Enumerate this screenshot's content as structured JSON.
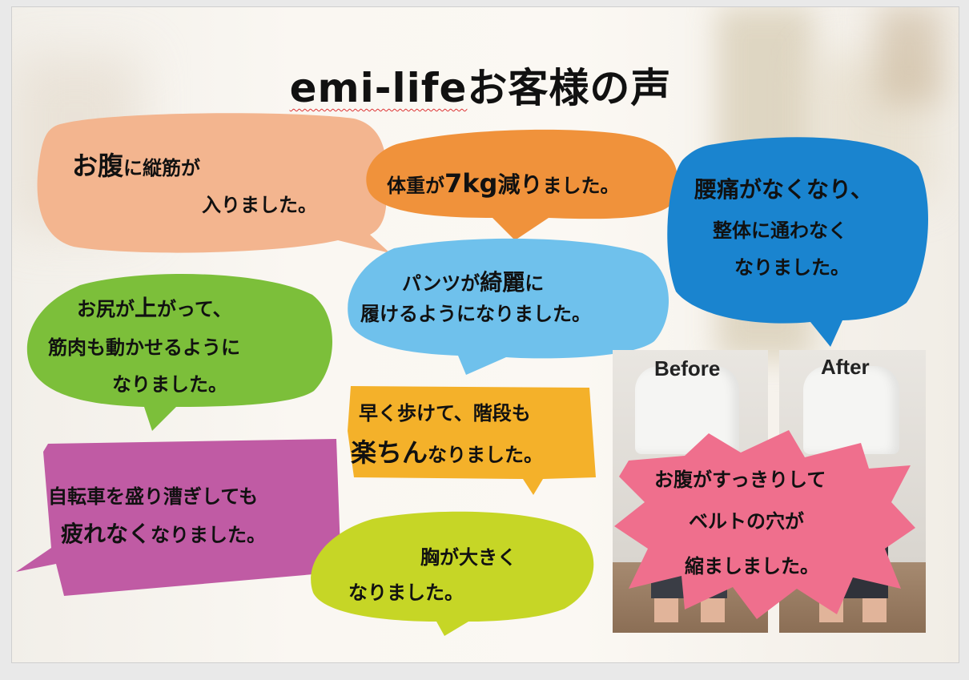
{
  "title": {
    "brand": "emi-life",
    "rest": "お客様の声"
  },
  "bubbles": {
    "b1": {
      "l1a": "お腹",
      "l1b": "に縦筋が",
      "l2": "入りました。",
      "color": "#f3b58f"
    },
    "b2": {
      "a": "体重が",
      "b": "7kg",
      "c": "減り",
      "d": "ました。",
      "color": "#f0923b"
    },
    "b3": {
      "l1": "腰痛がなくなり、",
      "l2": "整体に通わなく",
      "l3": "なりました。",
      "color": "#1a84cf"
    },
    "b4": {
      "l1a": "パンツが",
      "l1b": "綺麗",
      "l1c": "に",
      "l2": "履けるようになりました。",
      "color": "#6fc1ec"
    },
    "b5": {
      "l1a": "お尻が",
      "l1b": "上",
      "l1c": "がって、",
      "l2": "筋肉も動かせるように",
      "l3": "なりました。",
      "color": "#7cbf3a"
    },
    "b6": {
      "l1": "早く歩けて、階段も",
      "l2a": "楽ちん",
      "l2b": "なりました。",
      "color": "#f4b12a"
    },
    "b7": {
      "l1": "自転車を盛り漕ぎしても",
      "l2a": "疲れなく",
      "l2b": "なりました。",
      "color": "#c05ba4"
    },
    "b8": {
      "l1": "胸が大きく",
      "l2": "なりました。",
      "color": "#c6d626"
    },
    "b9": {
      "l1": "お腹がすっきりして",
      "l2": "ベルトの穴が",
      "l3": "縮ましました。",
      "color": "#ef6f8d"
    }
  },
  "photos": {
    "before": "Before",
    "after": "After"
  }
}
